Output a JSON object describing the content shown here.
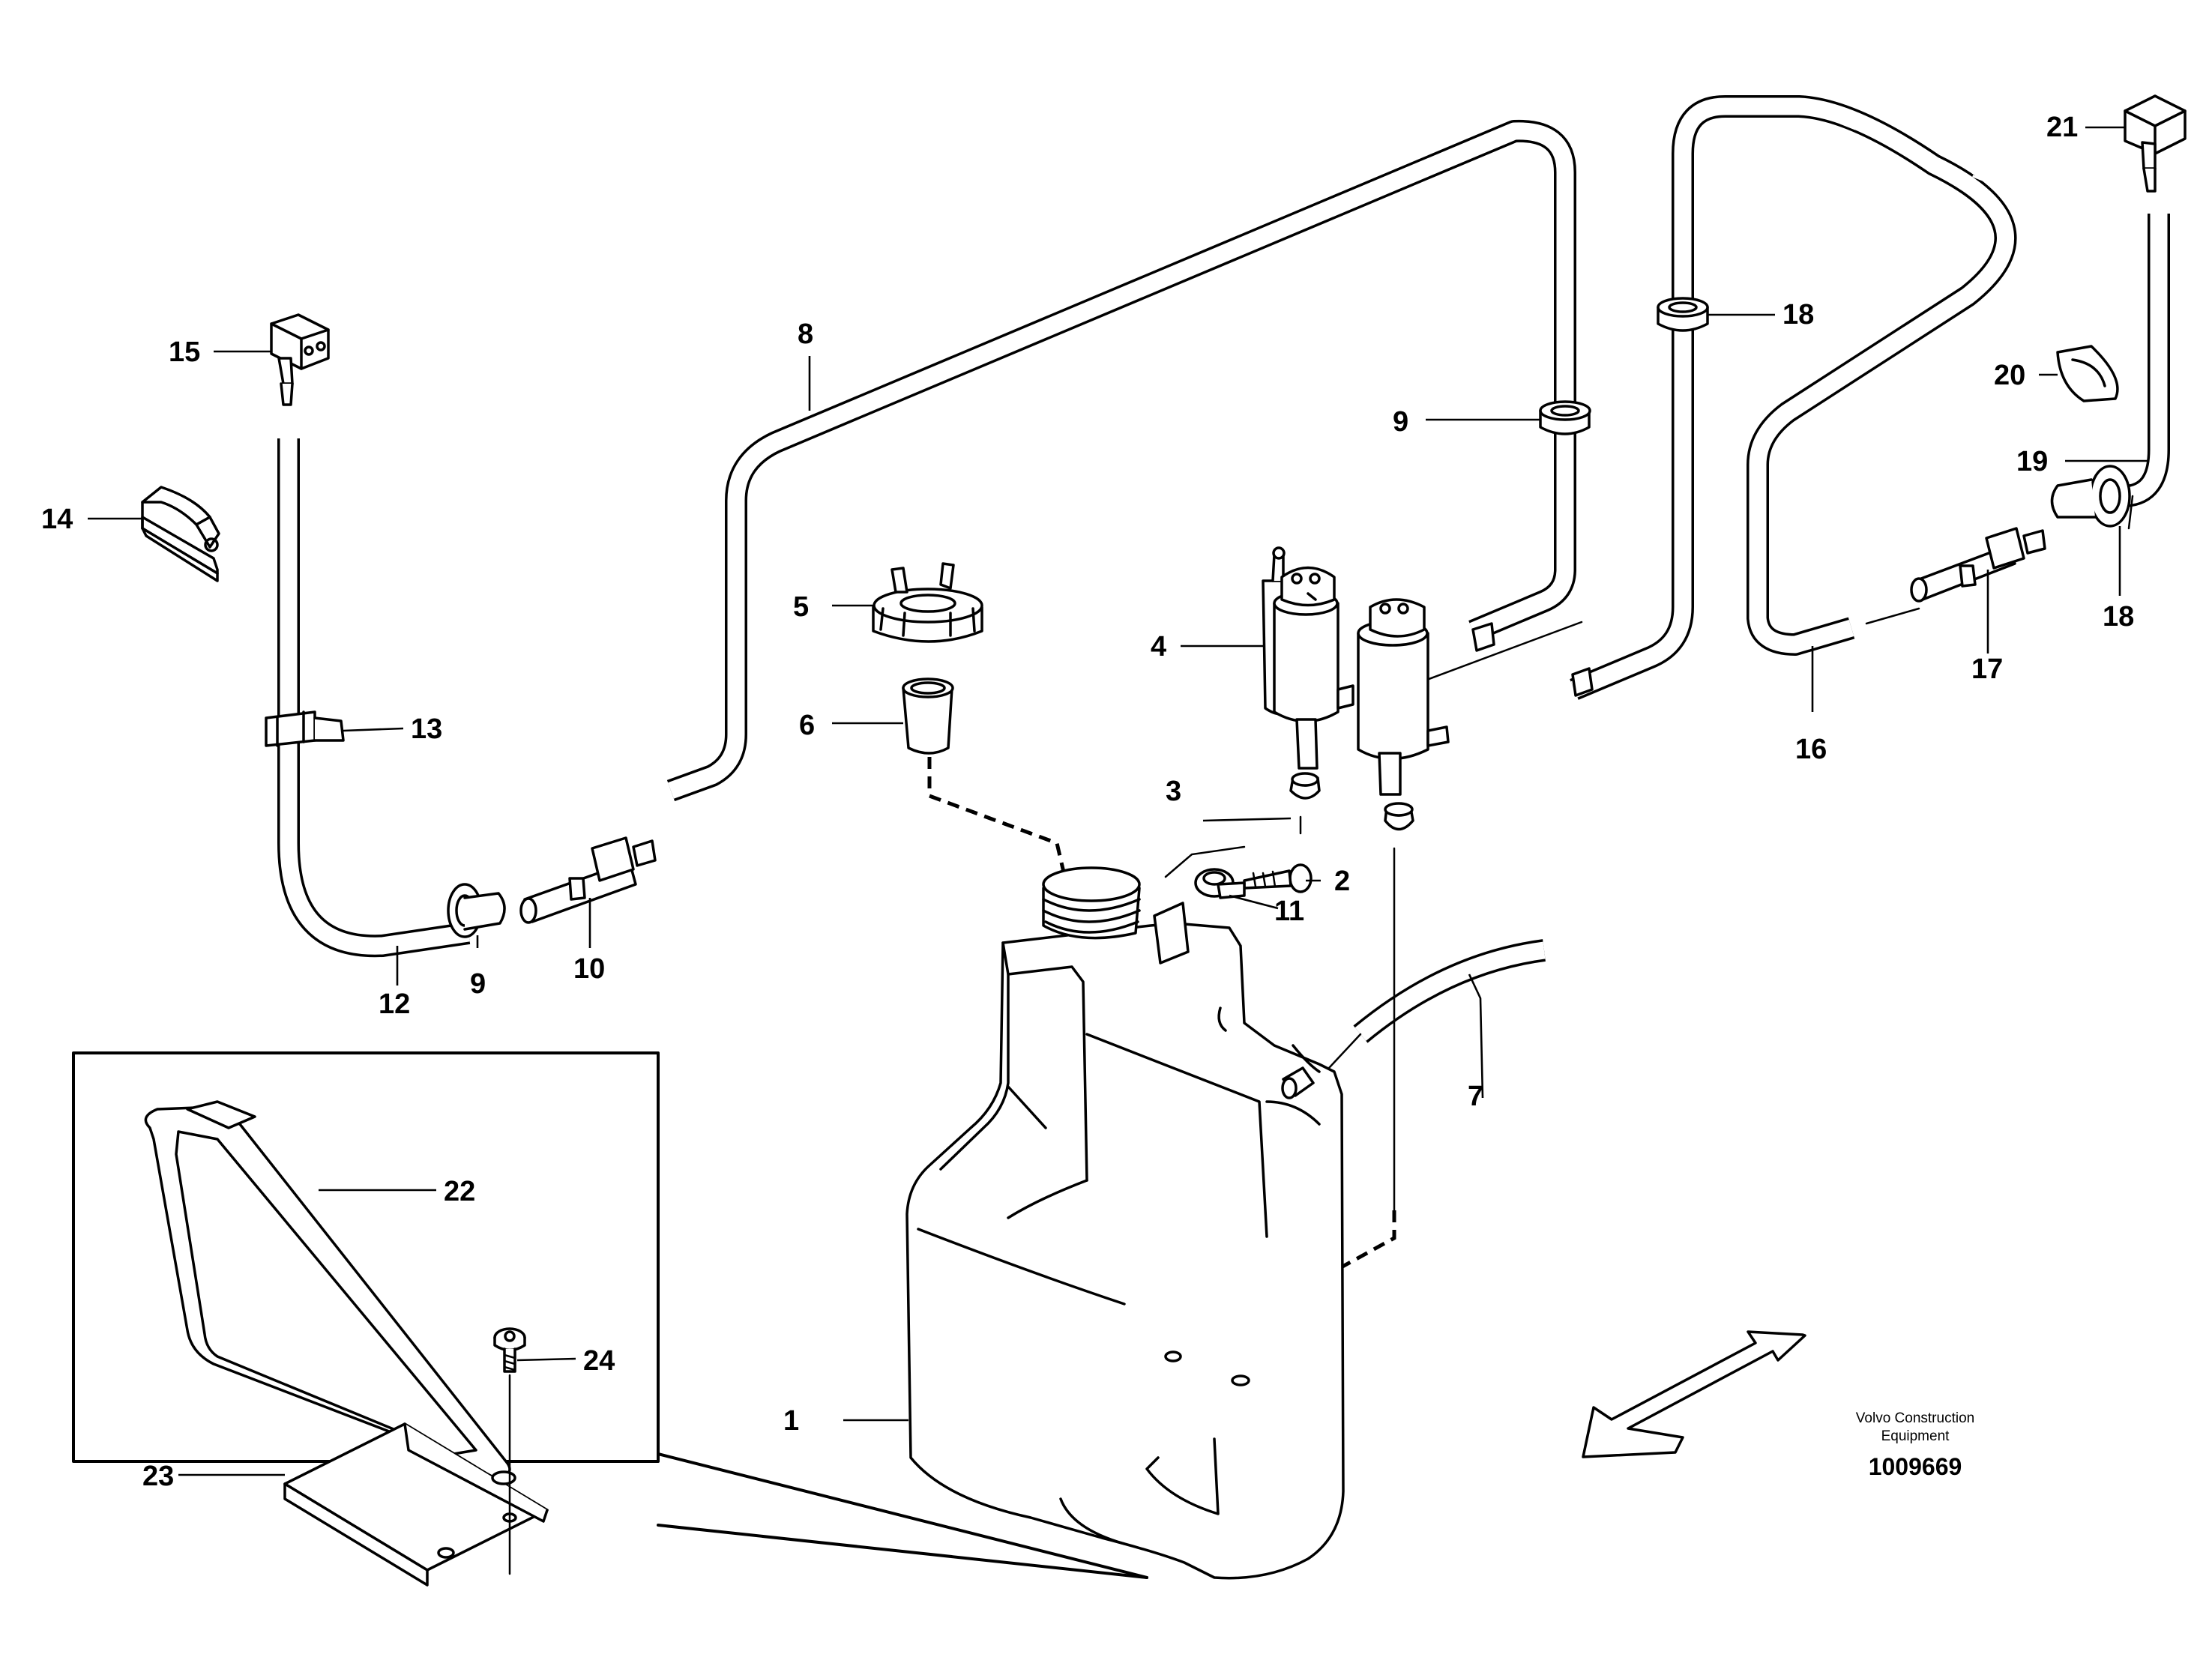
{
  "callouts": {
    "p1": "1",
    "p2": "2",
    "p3": "3",
    "p4": "4",
    "p5": "5",
    "p6": "6",
    "p7": "7",
    "p8": "8",
    "p9a": "9",
    "p9b": "9",
    "p10": "10",
    "p11": "11",
    "p12": "12",
    "p13": "13",
    "p14": "14",
    "p15": "15",
    "p16": "16",
    "p17": "17",
    "p18a": "18",
    "p18b": "18",
    "p19": "19",
    "p20": "20",
    "p21": "21",
    "p22": "22",
    "p23": "23",
    "p24": "24"
  },
  "footer": {
    "brand_line1": "Volvo Construction",
    "brand_line2": "Equipment",
    "drawing_number": "1009669"
  },
  "colors": {
    "line": "#000000",
    "background": "#ffffff"
  }
}
